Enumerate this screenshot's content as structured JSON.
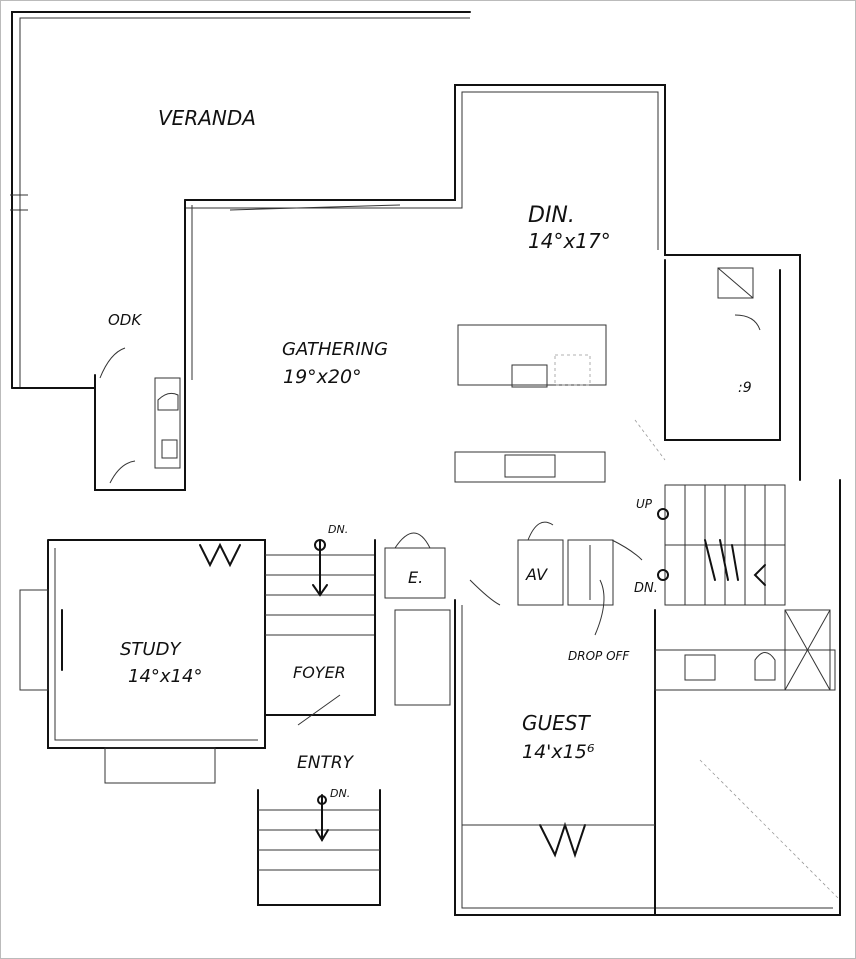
{
  "rooms": {
    "veranda": {
      "name": "VERANDA"
    },
    "dining": {
      "name": "DIN.",
      "size": "14°x17°"
    },
    "odk": {
      "name": "ODK"
    },
    "gathering": {
      "name": "GATHERING",
      "size": "19°x20°"
    },
    "study": {
      "name": "STUDY",
      "size": "14°x14°"
    },
    "foyer": {
      "name": "FOYER"
    },
    "entry": {
      "name": "ENTRY"
    },
    "elevator": {
      "name": "E."
    },
    "av": {
      "name": "AV"
    },
    "drop_off": {
      "name": "DROP OFF"
    },
    "guest": {
      "name": "GUEST",
      "size": "14'x15⁶"
    }
  },
  "stairs": {
    "foyer_down": "DN.",
    "entry_down": "DN.",
    "main_up": "UP",
    "main_down": "DN."
  }
}
